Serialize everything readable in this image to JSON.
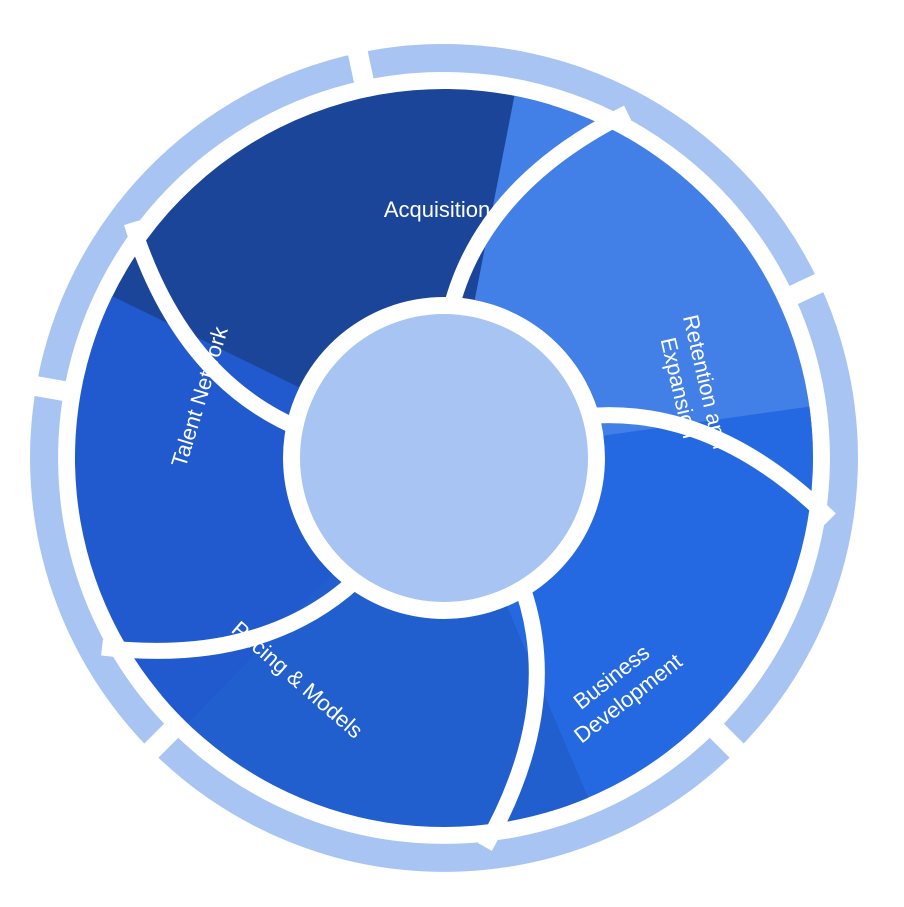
{
  "colors": {
    "outer_ring": "#a8c4f3",
    "center": "#a8c4f3",
    "separator": "#ffffff",
    "label_text": "#ffffff"
  },
  "segments": [
    {
      "id": "acquisition",
      "lines": [
        "Acquisition"
      ],
      "color": "#1a4599"
    },
    {
      "id": "retention",
      "lines": [
        "Retention and",
        "Expansion"
      ],
      "color": "#427fe7"
    },
    {
      "id": "business",
      "lines": [
        "Business",
        "Development"
      ],
      "color": "#2569e2"
    },
    {
      "id": "pricing",
      "lines": [
        "Pricing & Models"
      ],
      "color": "#215ece"
    },
    {
      "id": "talent",
      "lines": [
        "Talent Network"
      ],
      "color": "#215ace"
    }
  ]
}
